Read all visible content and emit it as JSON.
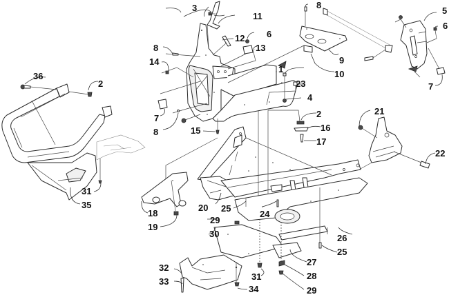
{
  "diagram": {
    "type": "exploded-parts-diagram",
    "subject": "Front frame, bumper, skid plates and hardware assembly",
    "callouts": [
      {
        "id": "c1",
        "number": "1"
      },
      {
        "id": "c2a",
        "number": "2"
      },
      {
        "id": "c2b",
        "number": "2"
      },
      {
        "id": "c3",
        "number": "3"
      },
      {
        "id": "c4",
        "number": "4"
      },
      {
        "id": "c5",
        "number": "5"
      },
      {
        "id": "c6a",
        "number": "6"
      },
      {
        "id": "c6b",
        "number": "6"
      },
      {
        "id": "c7a",
        "number": "7"
      },
      {
        "id": "c7b",
        "number": "7"
      },
      {
        "id": "c8a",
        "number": "8"
      },
      {
        "id": "c8b",
        "number": "8"
      },
      {
        "id": "c8c",
        "number": "8"
      },
      {
        "id": "c9",
        "number": "9"
      },
      {
        "id": "c10",
        "number": "10"
      },
      {
        "id": "c11",
        "number": "11"
      },
      {
        "id": "c12",
        "number": "12"
      },
      {
        "id": "c13",
        "number": "13"
      },
      {
        "id": "c14",
        "number": "14"
      },
      {
        "id": "c15",
        "number": "15"
      },
      {
        "id": "c16",
        "number": "16"
      },
      {
        "id": "c17",
        "number": "17"
      },
      {
        "id": "c18",
        "number": "18"
      },
      {
        "id": "c19",
        "number": "19"
      },
      {
        "id": "c20",
        "number": "20"
      },
      {
        "id": "c21",
        "number": "21"
      },
      {
        "id": "c22",
        "number": "22"
      },
      {
        "id": "c23",
        "number": "23"
      },
      {
        "id": "c24",
        "number": "24"
      },
      {
        "id": "c25a",
        "number": "25"
      },
      {
        "id": "c25b",
        "number": "25"
      },
      {
        "id": "c26",
        "number": "26"
      },
      {
        "id": "c27",
        "number": "27"
      },
      {
        "id": "c28",
        "number": "28"
      },
      {
        "id": "c29a",
        "number": "29"
      },
      {
        "id": "c29b",
        "number": "29"
      },
      {
        "id": "c30",
        "number": "30"
      },
      {
        "id": "c31a",
        "number": "31"
      },
      {
        "id": "c31b",
        "number": "31"
      },
      {
        "id": "c32",
        "number": "32"
      },
      {
        "id": "c33",
        "number": "33"
      },
      {
        "id": "c34",
        "number": "34"
      },
      {
        "id": "c35",
        "number": "35"
      },
      {
        "id": "c36",
        "number": "36"
      }
    ]
  }
}
